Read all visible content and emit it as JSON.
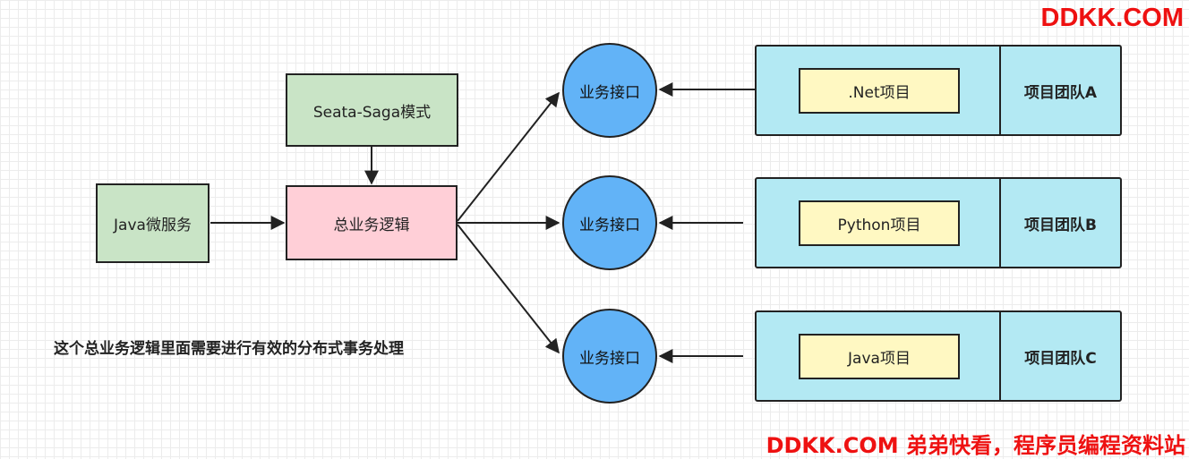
{
  "diagram": {
    "nodes": {
      "java_microservice": "Java微服务",
      "seata_saga": "Seata-Saga模式",
      "business_logic": "总业务逻辑",
      "interfaces": [
        "业务接口",
        "业务接口",
        "业务接口"
      ]
    },
    "teams": [
      {
        "project": ".Net项目",
        "name": "项目团队A"
      },
      {
        "project": "Python项目",
        "name": "项目团队B"
      },
      {
        "project": "Java项目",
        "name": "项目团队C"
      }
    ],
    "note": "这个总业务逻辑里面需要进行有效的分布式事务处理",
    "colors": {
      "green_box": "#c9e4c6",
      "pink_box": "#ffcfd7",
      "interface_circle": "#62b3f7",
      "team_container": "#b3e9f3",
      "project_box": "#fff8c2",
      "watermark": "#ee1111"
    }
  },
  "watermark": {
    "top": "DDKK.COM",
    "bottom": "DDKK.COM 弟弟快看，程序员编程资料站"
  }
}
